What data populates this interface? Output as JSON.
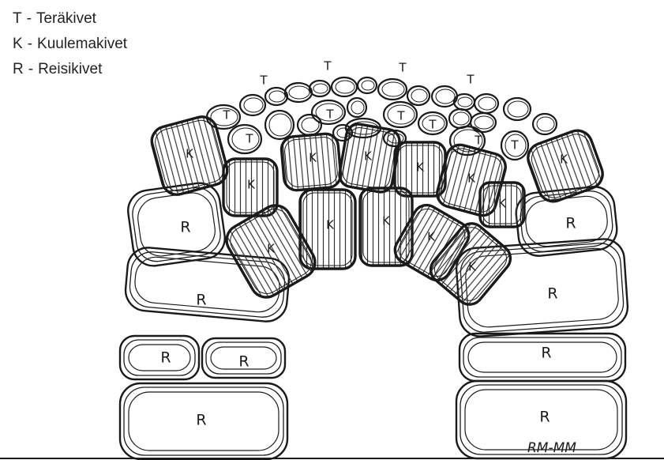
{
  "legend": [
    {
      "letter": "T",
      "label": "Teräkivet"
    },
    {
      "letter": "K",
      "label": "Kuulemakivet"
    },
    {
      "letter": "R",
      "label": "Reisikivet"
    }
  ],
  "separator": "-",
  "signature": "RM-MM",
  "ink_color": "#1a1a1a",
  "hatch_color": "#333333"
}
